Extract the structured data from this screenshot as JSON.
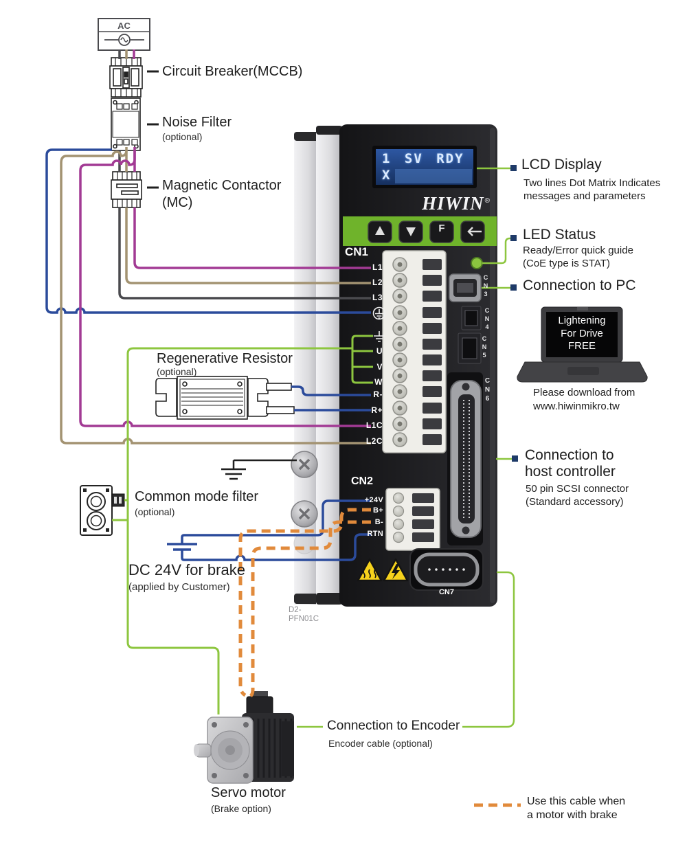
{
  "colors": {
    "callout_green": "#8dc63f",
    "brake_orange": "#e18a3b",
    "wire_blue": "#2b4b9b",
    "wire_tan": "#a39372",
    "wire_magenta": "#a23a94",
    "wire_gray": "#4a4a4e",
    "bullet_navy": "#1e3a68",
    "lcd_blue": "#24488c",
    "led_green": "#8bc53f",
    "keypad_green": "#6fb32b",
    "warning_yellow": "#f6d21c"
  },
  "schematic": {
    "ac_source": {
      "label": "AC"
    },
    "breaker": {
      "label": "Circuit Breaker(MCCB)"
    },
    "noise_filter": {
      "label": "Noise Filter",
      "note": "(optional)"
    },
    "contactor": {
      "label": "Magnetic Contactor",
      "label2": "(MC)"
    },
    "resistor": {
      "label": "Regenerative Resistor",
      "note": "(optional)"
    },
    "cmf": {
      "label": "Common mode filter",
      "note": "(optional)"
    },
    "dc24": {
      "label": "DC 24V for brake",
      "note": "(applied by Customer)"
    },
    "motor": {
      "label": "Servo motor",
      "note": "(Brake option)"
    }
  },
  "drive": {
    "brand": "HIWIN",
    "reg": "®",
    "lcd": {
      "line1": "1 SV RDY",
      "line2": "X"
    },
    "f_key": "F",
    "model1": "D2-",
    "model2": "PFN01C",
    "cn1": {
      "label": "CN1",
      "t": [
        "L1",
        "L2",
        "L3",
        "U",
        "V",
        "W",
        "R-",
        "R+",
        "L1C",
        "L2C"
      ]
    },
    "cn2": {
      "label": "CN2",
      "t": [
        "+24V",
        "B+",
        "B-",
        "RTN"
      ]
    },
    "cn3": "CN3",
    "cn4": "CN4",
    "cn5": "CN5",
    "cn6": "CN6",
    "cn7": "CN7"
  },
  "callouts": {
    "lcd": {
      "title": "LCD Display",
      "d1": "Two lines Dot Matrix Indicates",
      "d2": "messages and parameters"
    },
    "led": {
      "title": "LED Status",
      "d1": "Ready/Error quick guide",
      "d2": "(CoE type is STAT)"
    },
    "pc": {
      "title": "Connection to PC"
    },
    "host": {
      "t1": "Connection to",
      "t2": "host controller",
      "d1": "50 pin SCSI connector",
      "d2": "(Standard accessory)"
    },
    "encoder": {
      "title": "Connection to Encoder",
      "d": "Encoder cable (optional)"
    }
  },
  "laptop": {
    "l1": "Lightening",
    "l2": "For Drive",
    "l3": "FREE",
    "n1": "Please download from",
    "n2": "www.hiwinmikro.tw"
  },
  "legend": {
    "l1": "Use this cable when",
    "l2": "a motor with brake"
  }
}
